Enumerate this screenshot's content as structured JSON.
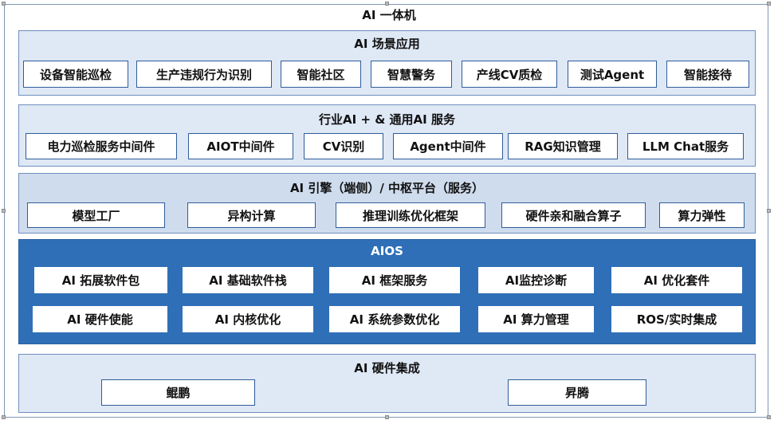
{
  "title": "AI 一体机",
  "layers": [
    {
      "title": "AI 场景应用",
      "items": [
        "设备智能巡检",
        "生产违规行为识别",
        "智能社区",
        "智慧警务",
        "产线CV质检",
        "测试Agent",
        "智能接待"
      ]
    },
    {
      "title": "行业AI +  & 通用AI 服务",
      "items": [
        "电力巡检服务中间件",
        "AIOT中间件",
        "CV识别",
        "Agent中间件",
        "RAG知识管理",
        "LLM Chat服务"
      ]
    },
    {
      "title": "AI 引擎（端侧）/ 中枢平台（服务）",
      "items": [
        "模型工厂",
        "异构计算",
        "推理训练优化框架",
        "硬件亲和融合算子",
        "算力弹性"
      ]
    },
    {
      "title": "AIOS",
      "row1": [
        "AI 拓展软件包",
        "AI 基础软件栈",
        "AI 框架服务",
        "AI监控诊断",
        "AI 优化套件"
      ],
      "row2": [
        "AI 硬件使能",
        "AI 内核优化",
        "AI 系统参数优化",
        "AI 算力管理",
        "ROS/实时集成"
      ]
    },
    {
      "title": "AI 硬件集成",
      "items": [
        "鲲鹏",
        "昇腾"
      ]
    }
  ]
}
